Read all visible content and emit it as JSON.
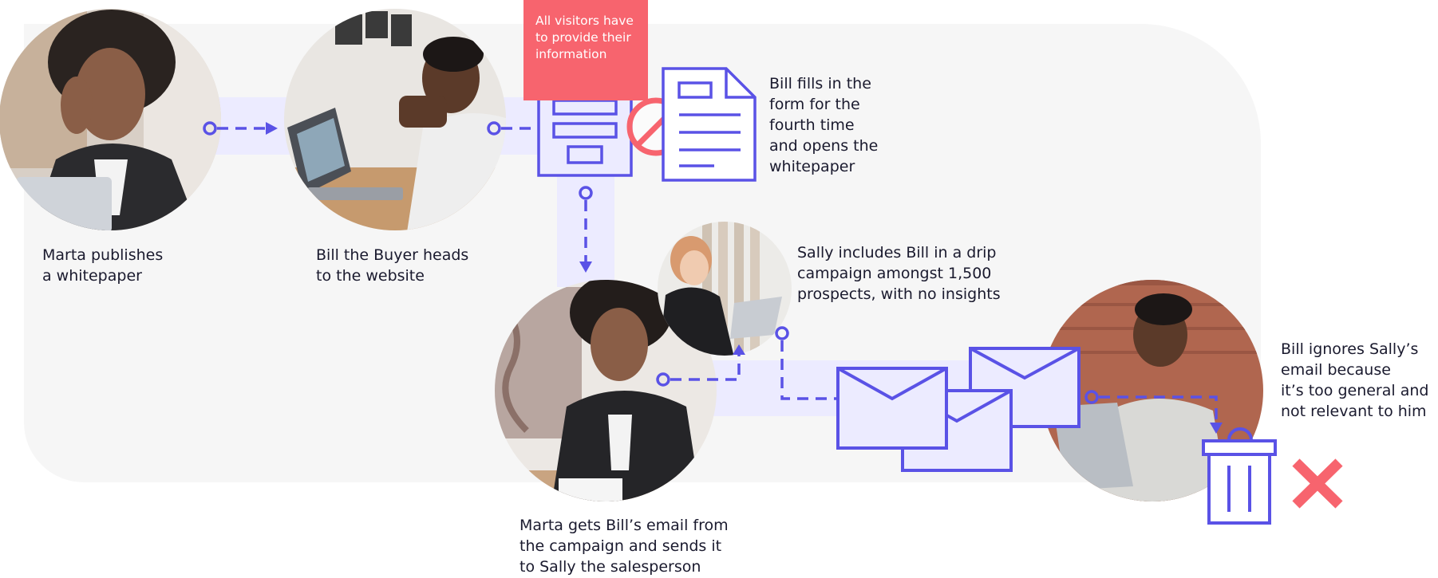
{
  "colors": {
    "accent": "#5a52e6",
    "accent_light": "#ecebff",
    "panel": "#f6f6f6",
    "alert": "#f7646e"
  },
  "banner": {
    "text": "All visitors have\nto provide their\ninformation"
  },
  "steps": [
    {
      "text": "Marta publishes\na whitepaper"
    },
    {
      "text": "Bill the Buyer heads\nto the website"
    },
    {
      "text": "Bill fills in the\nform for the\nfourth time\nand opens the\nwhitepaper"
    },
    {
      "text": "Sally includes Bill in a drip\ncampaign amongst 1,500\nprospects, with no insights"
    },
    {
      "text": "Marta gets Bill’s email from\nthe campaign and sends it\nto Sally the salesperson"
    },
    {
      "text": "Bill ignores Sally’s\nemail because\nit’s too general and\nnot relevant to him"
    }
  ],
  "icons": [
    "form-icon",
    "blocked-icon",
    "document-icon",
    "envelope-icon",
    "trash-icon",
    "x-mark-icon"
  ]
}
